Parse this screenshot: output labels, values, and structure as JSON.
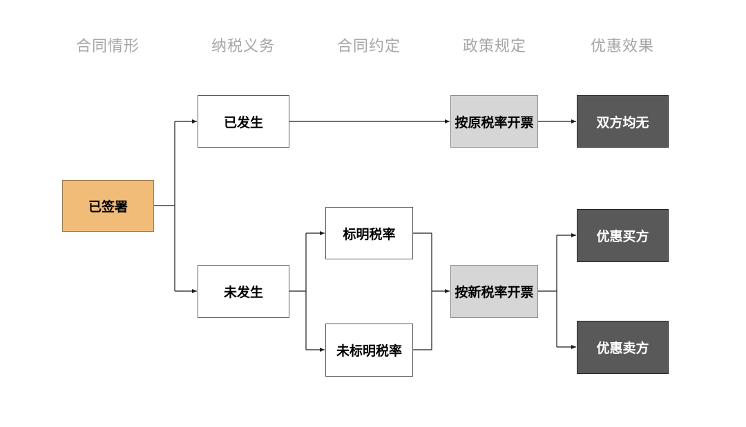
{
  "headers": {
    "h1": "合同情形",
    "h2": "纳税义务",
    "h3": "合同约定",
    "h4": "政策规定",
    "h5": "优惠效果"
  },
  "nodes": {
    "signed": "已签署",
    "occurred": "已发生",
    "not_occurred": "未发生",
    "rate_stated": "标明税率",
    "rate_not_stated": "未标明税率",
    "invoice_original_rate": "按原税率开票",
    "invoice_new_rate": "按新税率开票",
    "no_benefit_both": "双方均无",
    "benefit_buyer": "优惠买方",
    "benefit_seller": "优惠卖方"
  },
  "colors": {
    "header_text": "#a6a6a6",
    "start_fill": "#f0bc78",
    "policy_fill": "#d6d6d6",
    "result_fill": "#595959",
    "line": "#1a1a1a"
  }
}
